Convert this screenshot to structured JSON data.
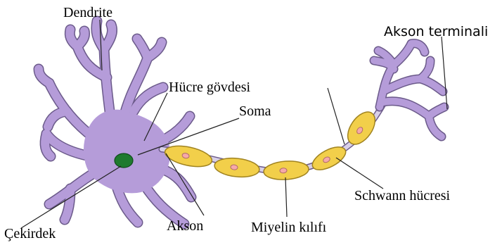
{
  "labels": {
    "dendrite": "Dendrite",
    "cell_body": "Hücre gövdesi",
    "soma": "Soma",
    "nucleus": "Çekirdek",
    "axon": "Akson",
    "myelin": "Miyelin kılıfı",
    "schwann": "Schwann hücresi",
    "axon_terminal": "Akson terminali"
  },
  "colors": {
    "neuron_fill": "#b59cd9",
    "neuron_outline": "#6b5a8a",
    "myelin_fill": "#f2cf4a",
    "myelin_outline": "#a08320",
    "node_fill": "#d8d0e8",
    "schwann_nucleus_fill": "#f6a9a9",
    "nucleus_fill": "#1f7a2e",
    "leader_line": "#222222"
  }
}
